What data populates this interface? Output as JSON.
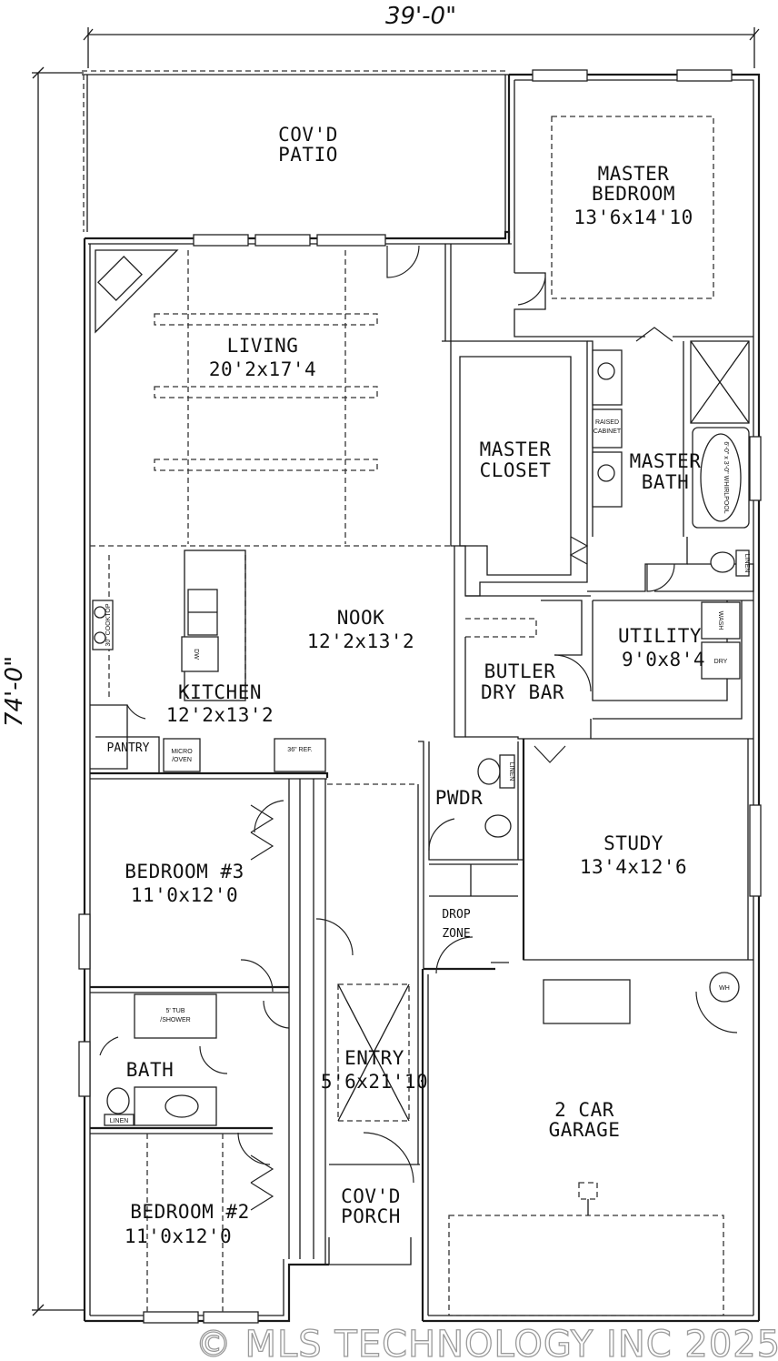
{
  "dimensions": {
    "width": "39'-0\"",
    "depth": "74'-0\""
  },
  "rooms": {
    "covd_patio": {
      "line1": "COV'D",
      "line2": "PATIO"
    },
    "master_bedroom": {
      "line1": "MASTER",
      "line2": "BEDROOM",
      "size": "13'6x14'10"
    },
    "living": {
      "name": "LIVING",
      "size": "20'2x17'4"
    },
    "master_closet": {
      "line1": "MASTER",
      "line2": "CLOSET"
    },
    "master_bath": {
      "line1": "MASTER",
      "line2": "BATH"
    },
    "nook": {
      "name": "NOOK",
      "size": "12'2x13'2"
    },
    "kitchen": {
      "name": "KITCHEN",
      "size": "12'2x13'2"
    },
    "pantry": {
      "name": "PANTRY"
    },
    "utility": {
      "name": "UTILITY",
      "size": "9'0x8'4"
    },
    "butler": {
      "line1": "BUTLER",
      "line2": "DRY BAR"
    },
    "pwdr": {
      "name": "PWDR"
    },
    "study": {
      "name": "STUDY",
      "size": "13'4x12'6"
    },
    "bedroom3": {
      "name": "BEDROOM #3",
      "size": "11'0x12'0"
    },
    "drop_zone": {
      "line1": "DROP",
      "line2": "ZONE"
    },
    "entry": {
      "name": "ENTRY",
      "size": "5'6x21'10"
    },
    "bath": {
      "name": "BATH"
    },
    "garage": {
      "line1": "2 CAR",
      "line2": "GARAGE"
    },
    "bedroom2": {
      "name": "BEDROOM #2",
      "size": "11'0x12'0"
    },
    "covd_porch": {
      "line1": "COV'D",
      "line2": "PORCH"
    }
  },
  "fixtures": {
    "raised_cabinet_1": "RAISED",
    "raised_cabinet_2": "CABINET",
    "whirlpool": "6'-0\" x 3'-0\" WHIRLPOOL",
    "linen": "LINEN",
    "wash": "WASH",
    "dry": "DRY",
    "cooktop": "30\" COOKTOP",
    "dw": "DW",
    "micro_oven_1": "MICRO",
    "micro_oven_2": "/OVEN",
    "refrigerator": "36\" REF.",
    "tub_1": "5' TUB",
    "tub_2": "/SHOWER",
    "water_heater": "WH"
  },
  "watermark": "© MLS TECHNOLOGY INC 2025"
}
